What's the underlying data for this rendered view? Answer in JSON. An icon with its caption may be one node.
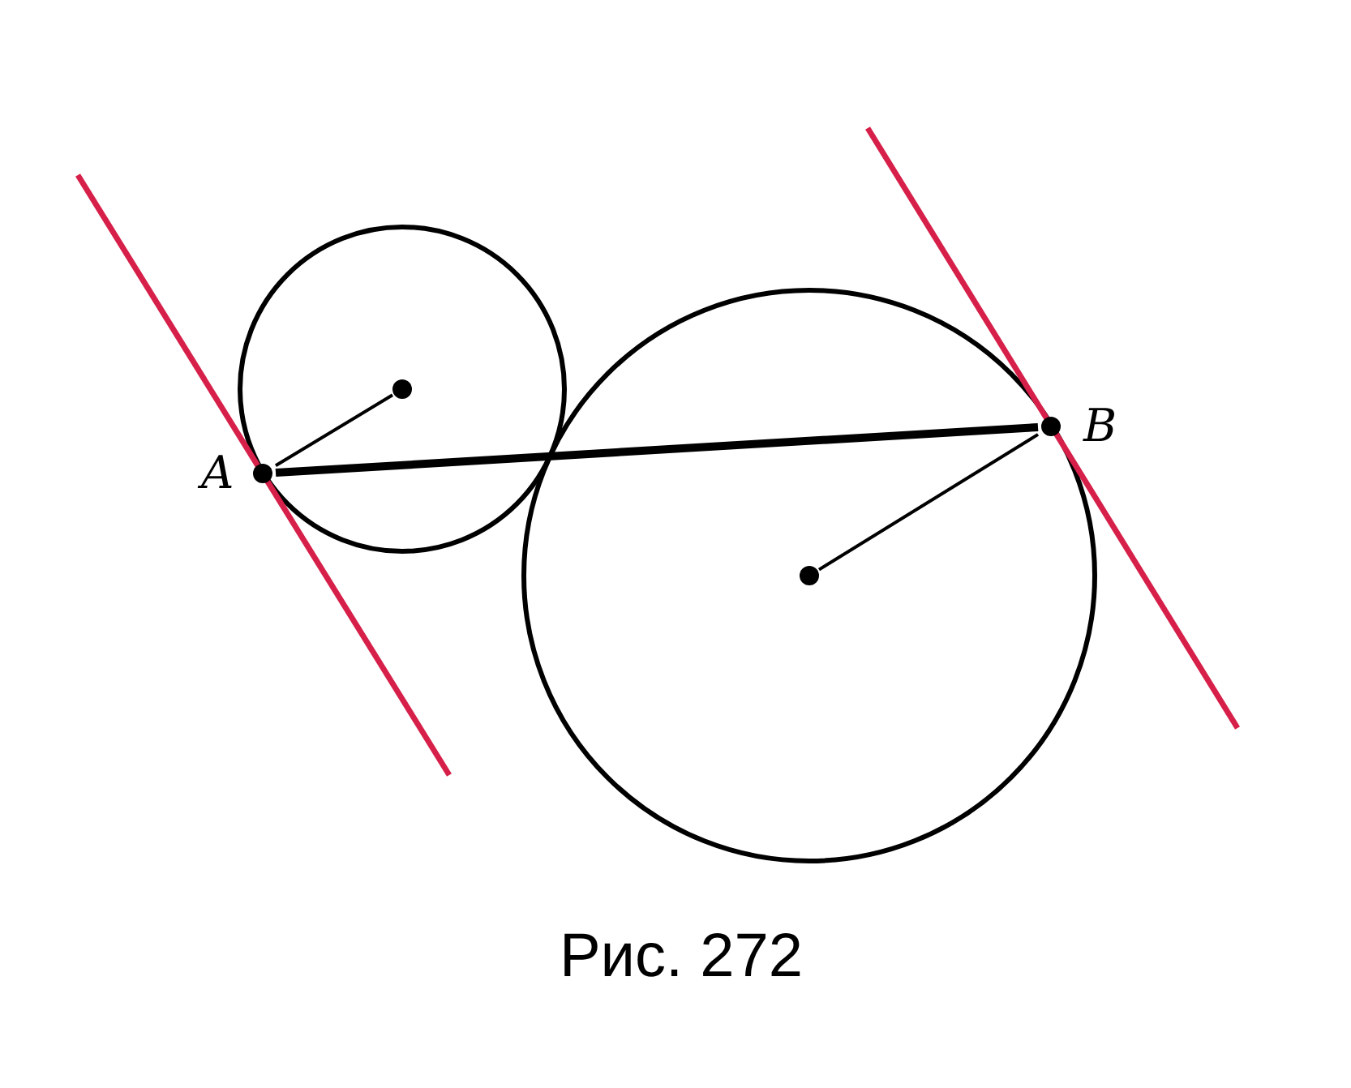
{
  "diagram": {
    "caption": "Рис. 272",
    "nodes": [
      {
        "text": [
          "A"
        ]
      },
      {
        "text": [
          "B"
        ]
      },
      {
        "text": [],
        "shape": "circle"
      },
      {
        "text": [],
        "shape": "circle"
      }
    ],
    "edges": [
      {
        "from": 0,
        "to": 1,
        "arrow": "none",
        "style": "thick"
      },
      {
        "from": 2,
        "to": 0,
        "arrow": "none"
      },
      {
        "from": 3,
        "to": 1,
        "arrow": "none"
      }
    ]
  }
}
